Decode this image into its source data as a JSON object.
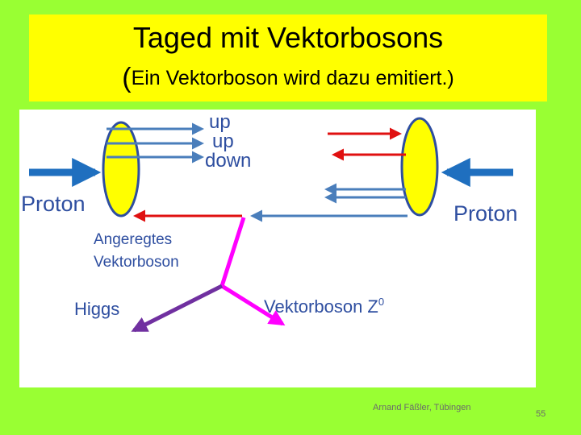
{
  "title": {
    "line1": "Taged mit Vektorbosons",
    "line2_paren": "(",
    "line2_text": "Ein Vektorboson wird dazu emitiert.)"
  },
  "labels": {
    "quark_1": "up",
    "quark_2": "up",
    "quark_3": "down",
    "proton_left": "Proton",
    "proton_right": "Proton",
    "excited_line1": "Angeregtes",
    "excited_line2": "Vektorboson",
    "higgs": "Higgs",
    "z_boson": "Vektorboson Z",
    "z_boson_sup": "0"
  },
  "footer": {
    "author": "Arnand Fäßler, Tübingen",
    "page_number": "55"
  },
  "colors": {
    "background": "#99ff33",
    "title_box": "#ffff00",
    "proton_fill": "#ffff00",
    "blue_arrow": "#1f6fbf",
    "steel_blue_arrow": "#4a7ebb",
    "red_arrow": "#e01010",
    "magenta_line": "#ff00ff",
    "purple_arrow": "#7030a0",
    "label_text": "#2e4ea0"
  }
}
